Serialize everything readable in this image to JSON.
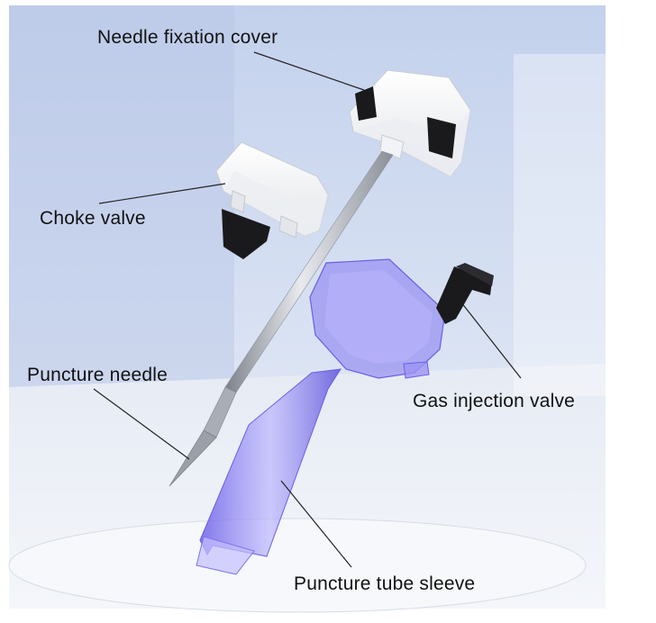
{
  "labels": {
    "needle_fixation_cover": "Needle fixation cover",
    "choke_valve": "Choke valve",
    "puncture_needle": "Puncture needle",
    "gas_injection_valve": "Gas injection valve",
    "puncture_tube_sleeve": "Puncture tube sleeve"
  },
  "colors": {
    "background_top": "#c9d6ee",
    "background_bottom": "#e8edf5",
    "cap_white": "#fbfbfc",
    "rubber_black": "#1a1a1c",
    "steel": "#b8bcc4",
    "translucent_purple": "#7a6ef0",
    "leader_line": "#222222"
  }
}
